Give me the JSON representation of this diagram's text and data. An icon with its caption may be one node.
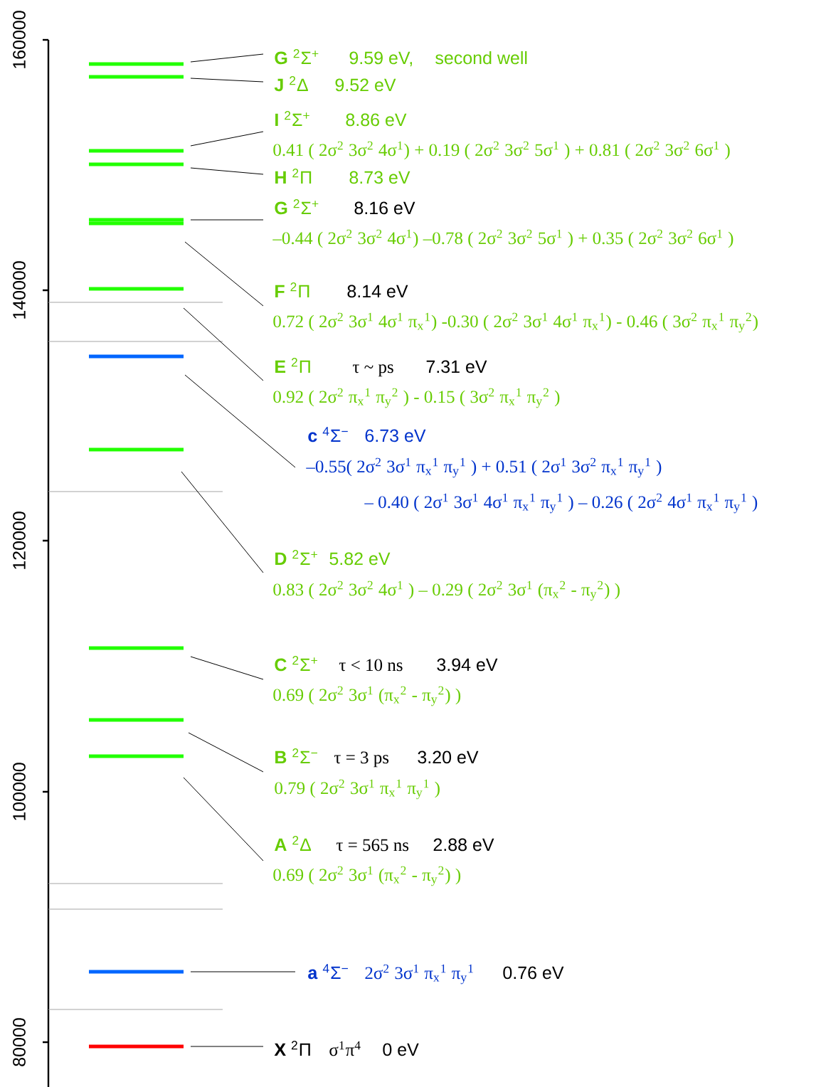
{
  "diagram": {
    "nodes": [
      {
        "text": [],
        "shape": "bar"
      },
      {
        "text": [],
        "shape": "bar"
      },
      {
        "text": [],
        "shape": "bar"
      },
      {
        "text": [],
        "shape": "bar"
      },
      {
        "text": [],
        "shape": "bar"
      },
      {
        "text": [],
        "shape": "bar"
      },
      {
        "text": [],
        "shape": "bar"
      },
      {
        "text": [],
        "shape": "bar"
      },
      {
        "text": [],
        "shape": "bar"
      },
      {
        "text": [],
        "shape": "bar"
      },
      {
        "text": [],
        "shape": "bar"
      },
      {
        "text": [],
        "shape": "bar"
      },
      {
        "text": [],
        "shape": "bar"
      },
      {
        "text": [],
        "shape": "bar"
      },
      {
        "text": [
          "**G** $^{2}$Σ$^{+}$",
          "9.59 eV,",
          "second well"
        ]
      },
      {
        "text": [
          "**J** $^{2}$Δ",
          "9.52 eV"
        ]
      },
      {
        "text": [
          "**I** $^{2}$Σ$^{+}$",
          "8.86 eV",
          "0.41 ( 2σ$^{2}$ 3σ$^{2}$ 4σ$^{1}$) + 0.19 ( 2σ$^{2}$ 3σ$^{2}$ 5σ$^{1}$ ) + 0.81 ( 2σ$^{2}$ 3σ$^{2}$ 6σ$^{1}$ )"
        ]
      },
      {
        "text": [
          "**H** $^{2}$Π",
          "8.73 eV"
        ]
      },
      {
        "text": [
          "**G** $^{2}$Σ$^{+}$",
          "8.16 eV",
          "–0.44 ( 2σ$^{2}$ 3σ$^{2}$ 4σ$^{1}$) –0.78 ( 2σ$^{2}$ 3σ$^{2}$ 5σ$^{1}$ ) + 0.35 ( 2σ$^{2}$ 3σ$^{2}$ 6σ$^{1}$ )"
        ]
      },
      {
        "text": [
          "**F** $^{2}$Π",
          "8.14 eV",
          "0.72 ( 2σ$^{2}$ 3σ$^{1}$ 4σ$^{1}$ π$_{x}$$^{1}$) -0.30 ( 2σ$^{2}$ 3σ$^{1}$ 4σ$^{1}$ π$_{x}$$^{1}$) - 0.46 ( 3σ$^{2}$ π$_{x}$$^{1}$ π$_{y}$$^{2}$)"
        ]
      },
      {
        "text": [
          "**E** $^{2}$Π",
          "τ ~ ps",
          "7.31 eV",
          "0.92 ( 2σ$^{2}$ π$_{x}$$^{1}$ π$_{y}$$^{2}$ ) - 0.15 ( 3σ$^{2}$ π$_{x}$$^{1}$ π$_{y}$$^{2}$ )"
        ]
      },
      {
        "text": [
          "**c** $^{4}$Σ$^{−}$",
          "6.73 eV",
          "–0.55( 2σ$^{2}$ 3σ$^{1}$ π$_{x}$$^{1}$ π$_{y}$$^{1}$ ) + 0.51 ( 2σ$^{1}$ 3σ$^{2}$ π$_{x}$$^{1}$ π$_{y}$$^{1}$ )",
          "– 0.40 ( 2σ$^{1}$ 3σ$^{1}$ 4σ$^{1}$ π$_{x}$$^{1}$ π$_{y}$$^{1}$ ) – 0.26 ( 2σ$^{2}$ 4σ$^{1}$ π$_{x}$$^{1}$ π$_{y}$$^{1}$ )"
        ]
      },
      {
        "text": [
          "**D** $^{2}$Σ$^{+}$",
          "5.82 eV",
          "0.83 ( 2σ$^{2}$ 3σ$^{2}$ 4σ$^{1}$ ) – 0.29 ( 2σ$^{2}$ 3σ$^{1}$ (π$_{x}$$^{2}$ - π$_{y}$$^{2}$) )"
        ]
      },
      {
        "text": [
          "**C** $^{2}$Σ$^{+}$",
          "τ < 10 ns",
          "3.94 eV",
          "0.69 ( 2σ$^{2}$ 3σ$^{1}$ (π$_{x}$$^{2}$ - π$_{y}$$^{2}$) )"
        ]
      },
      {
        "text": [
          "**B** $^{2}$Σ$^{−}$",
          "τ = 3 ps",
          "3.20 eV",
          "0.79 ( 2σ$^{2}$ 3σ$^{1}$ π$_{x}$$^{1}$ π$_{y}$$^{1}$ )"
        ]
      },
      {
        "text": [
          "**A** $^{2}$Δ",
          "τ = 565 ns",
          "2.88 eV",
          "0.69 ( 2σ$^{2}$ 3σ$^{1}$ (π$_{x}$$^{2}$ - π$_{y}$$^{2}$) )"
        ]
      },
      {
        "text": [
          "**a** $^{4}$Σ$^{−}$",
          "2σ$^{2}$ 3σ$^{1}$ π$_{x}$$^{1}$ π$_{y}$$^{1}$",
          "0.76 eV"
        ]
      },
      {
        "text": [
          "**X** $^{2}$Π",
          "σ$^{1}$π$^{4}$",
          "0 eV"
        ]
      }
    ],
    "edges": [
      {
        "from": 14,
        "to": 0,
        "arrow": "none"
      },
      {
        "from": 15,
        "to": 1,
        "arrow": "none"
      },
      {
        "from": 16,
        "to": 2,
        "arrow": "none"
      },
      {
        "from": 17,
        "to": 3,
        "arrow": "none"
      },
      {
        "from": 18,
        "to": 4,
        "arrow": "none"
      },
      {
        "from": 19,
        "to": 5,
        "arrow": "none"
      },
      {
        "from": 20,
        "to": 6,
        "arrow": "none"
      },
      {
        "from": 21,
        "to": 7,
        "arrow": "none"
      },
      {
        "from": 22,
        "to": 8,
        "arrow": "none"
      },
      {
        "from": 23,
        "to": 9,
        "arrow": "none"
      },
      {
        "from": 24,
        "to": 10,
        "arrow": "none"
      },
      {
        "from": 25,
        "to": 11,
        "arrow": "none"
      },
      {
        "from": 26,
        "to": 12,
        "arrow": "none"
      },
      {
        "from": 27,
        "to": 13,
        "arrow": "none"
      }
    ],
    "labels": [
      "160000",
      "140000",
      "120000",
      "100000",
      "80000"
    ]
  }
}
